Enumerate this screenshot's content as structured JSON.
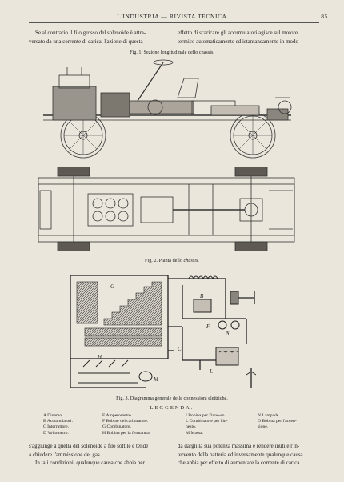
{
  "header": {
    "title": "L'INDUSTRIA — RIVISTA TECNICA",
    "page_number": "85"
  },
  "top_text": {
    "left_line1": "Se al contrario il filo grosso del solenoide è attra-",
    "left_line2": "versato da una corrente di carica, l'azione di questa",
    "right_line1": "effetto di scaricare gli accumulatori agisce sul motore",
    "right_line2": "termico automaticamente ed istantaneamente in modo"
  },
  "figures": {
    "fig1_caption": "Fig. 1. Sezione longitudinale dello chassis.",
    "fig2_label": "Fig. 2.",
    "fig2_caption": "Pianta dello",
    "fig2_italic": "chassis.",
    "fig3_caption": "Fig. 3. Diagramma generale delle connessioni elettriche.",
    "fig3_letters": [
      "G",
      "B",
      "F",
      "C",
      "N",
      "L",
      "H",
      "M"
    ]
  },
  "legend": {
    "title": "LEGGENDA.",
    "col1": [
      "A Dinamo.",
      "B Accumulatori.",
      "C Interruttore.",
      "D Voltometro."
    ],
    "col2": [
      "E Amperometro.",
      "F Bobine del carburatore.",
      "G Combinatore.",
      "H Bobina per la fermatura."
    ],
    "col3": [
      "I Bobina per l'inne-so.",
      "L Combinatore per l'in-",
      "nesto.",
      "M Massa."
    ],
    "col4": [
      "N Lampade.",
      "O Bobina per l'accen-",
      "sione."
    ]
  },
  "bottom_text": {
    "left_line1": "s'aggiunge a quella del solenoide a filo sottile e tende",
    "left_line2": "a chiudere l'ammissione del gas.",
    "left_line3": "In tali condizioni, qualunque causa che abbia per",
    "right_line1": "da dargli la sua potenza massima e rendere inutile l'in-",
    "right_line2": "tervento della batteria ed inversamente qualunque causa",
    "right_line3": "che abbia per effetto di aumentare la corrente di carica"
  }
}
